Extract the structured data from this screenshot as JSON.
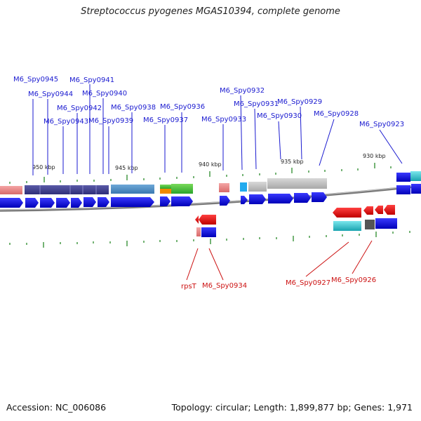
{
  "title": "Streptococcus pyogenes MGAS10394, complete genome",
  "accession": "Accession: NC_006086",
  "summary": "Topology: circular; Length: 1,899,877 bp; Genes: 1,971",
  "colors": {
    "forward_label": "#1a1ad0",
    "reverse_label": "#cc1111",
    "tick": "#2a8a2a",
    "backbone": "#8a8a8a"
  },
  "kbp_labels": [
    "950 kbp",
    "945 kbp",
    "940 kbp",
    "935 kbp",
    "930 kbp"
  ],
  "forward_genes": [
    "M6_Spy0945",
    "M6_Spy0944",
    "M6_Spy0941",
    "M6_Spy0940",
    "M6_Spy0942",
    "M6_Spy0943",
    "M6_Spy0939",
    "M6_Spy0938",
    "M6_Spy0936",
    "M6_Spy0937",
    "M6_Spy0932",
    "M6_Spy0931",
    "M6_Spy0933",
    "M6_Spy0929",
    "M6_Spy0930",
    "M6_Spy0928",
    "M6_Spy0923"
  ],
  "reverse_genes": [
    "rpsT",
    "M6_Spy0934",
    "M6_Spy0927",
    "M6_Spy0926"
  ]
}
